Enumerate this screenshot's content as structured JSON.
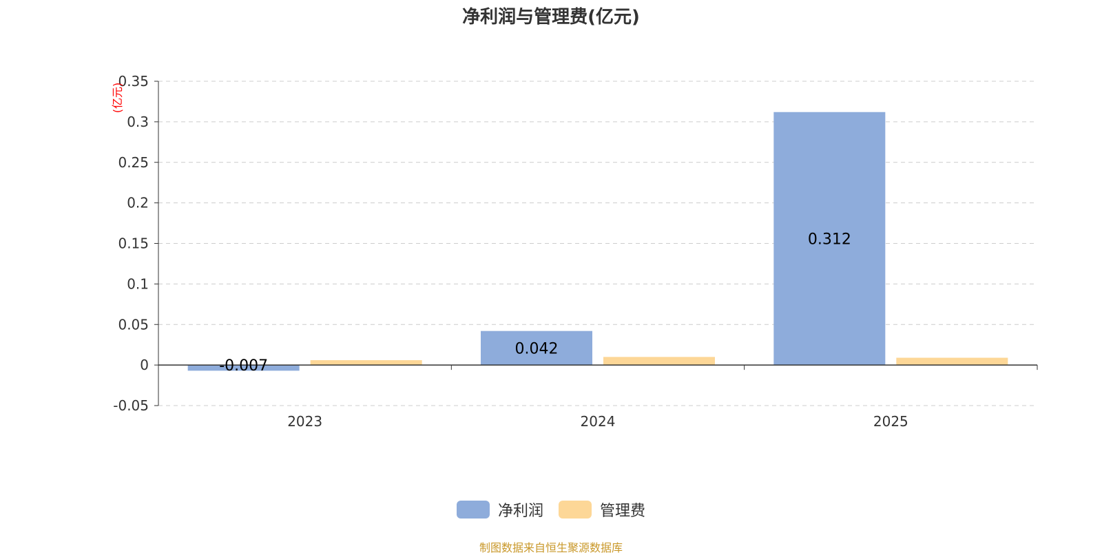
{
  "colors": {
    "series_1": "#8eacdb",
    "series_2": "#fdd797",
    "grid": "#cccccc",
    "axis": "#333333",
    "unit": "#ff0000",
    "source": "#c9982a"
  },
  "chart_data": {
    "type": "bar",
    "title": "净利润与管理费(亿元)",
    "ylabel": "(亿元)",
    "categories": [
      "2023",
      "2024",
      "2025"
    ],
    "series": [
      {
        "name": "净利润",
        "values": [
          -0.007,
          0.042,
          0.312
        ],
        "labels": [
          "-0.007",
          "0.042",
          "0.312"
        ]
      },
      {
        "name": "管理费",
        "values": [
          0.006,
          0.01,
          0.009
        ]
      }
    ],
    "ylim": [
      -0.05,
      0.35
    ],
    "yticks": [
      -0.05,
      0,
      0.05,
      0.1,
      0.15,
      0.2,
      0.25,
      0.3,
      0.35
    ],
    "ytick_labels": [
      "-0.05",
      "0",
      "0.05",
      "0.1",
      "0.15",
      "0.2",
      "0.25",
      "0.3",
      "0.35"
    ],
    "grid": true,
    "legend_position": "bottom-center"
  },
  "source_note": "制图数据来自恒生聚源数据库"
}
